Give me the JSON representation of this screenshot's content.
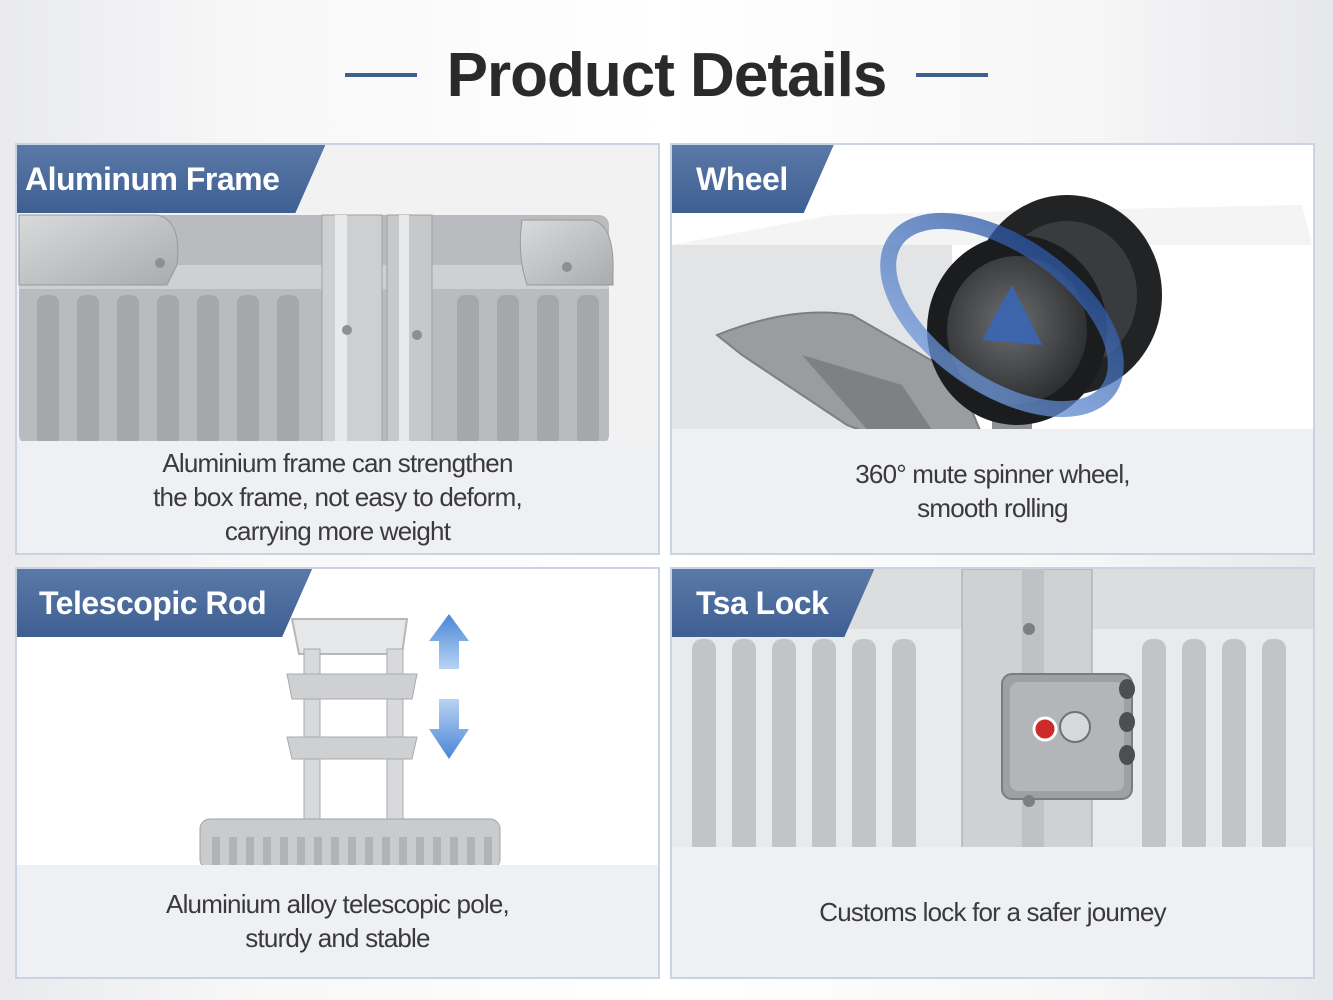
{
  "header": {
    "title": "Product Details"
  },
  "panels": [
    {
      "tag": "Aluminum Frame",
      "caption": "Aluminium frame can strengthen\nthe box frame, not easy to deform,\ncarrying more weight",
      "image": "suitcase-aluminum-frame-corner"
    },
    {
      "tag": "Wheel",
      "caption": "360° mute spinner wheel,\nsmooth rolling",
      "image": "spinner-wheel-with-rotation-arrow"
    },
    {
      "tag": "Telescopic Rod",
      "caption": "Aluminium alloy telescopic pole,\nsturdy and stable",
      "image": "telescopic-handle-with-up-down-arrows"
    },
    {
      "tag": "Tsa Lock",
      "caption": "Customs lock for a safer joumey",
      "image": "tsa-combination-lock"
    }
  ],
  "colors": {
    "accent": "#3e5f92",
    "rule": "#3f5f8f",
    "caption_bg": "#eef0f4",
    "border": "#c9d3e2"
  }
}
